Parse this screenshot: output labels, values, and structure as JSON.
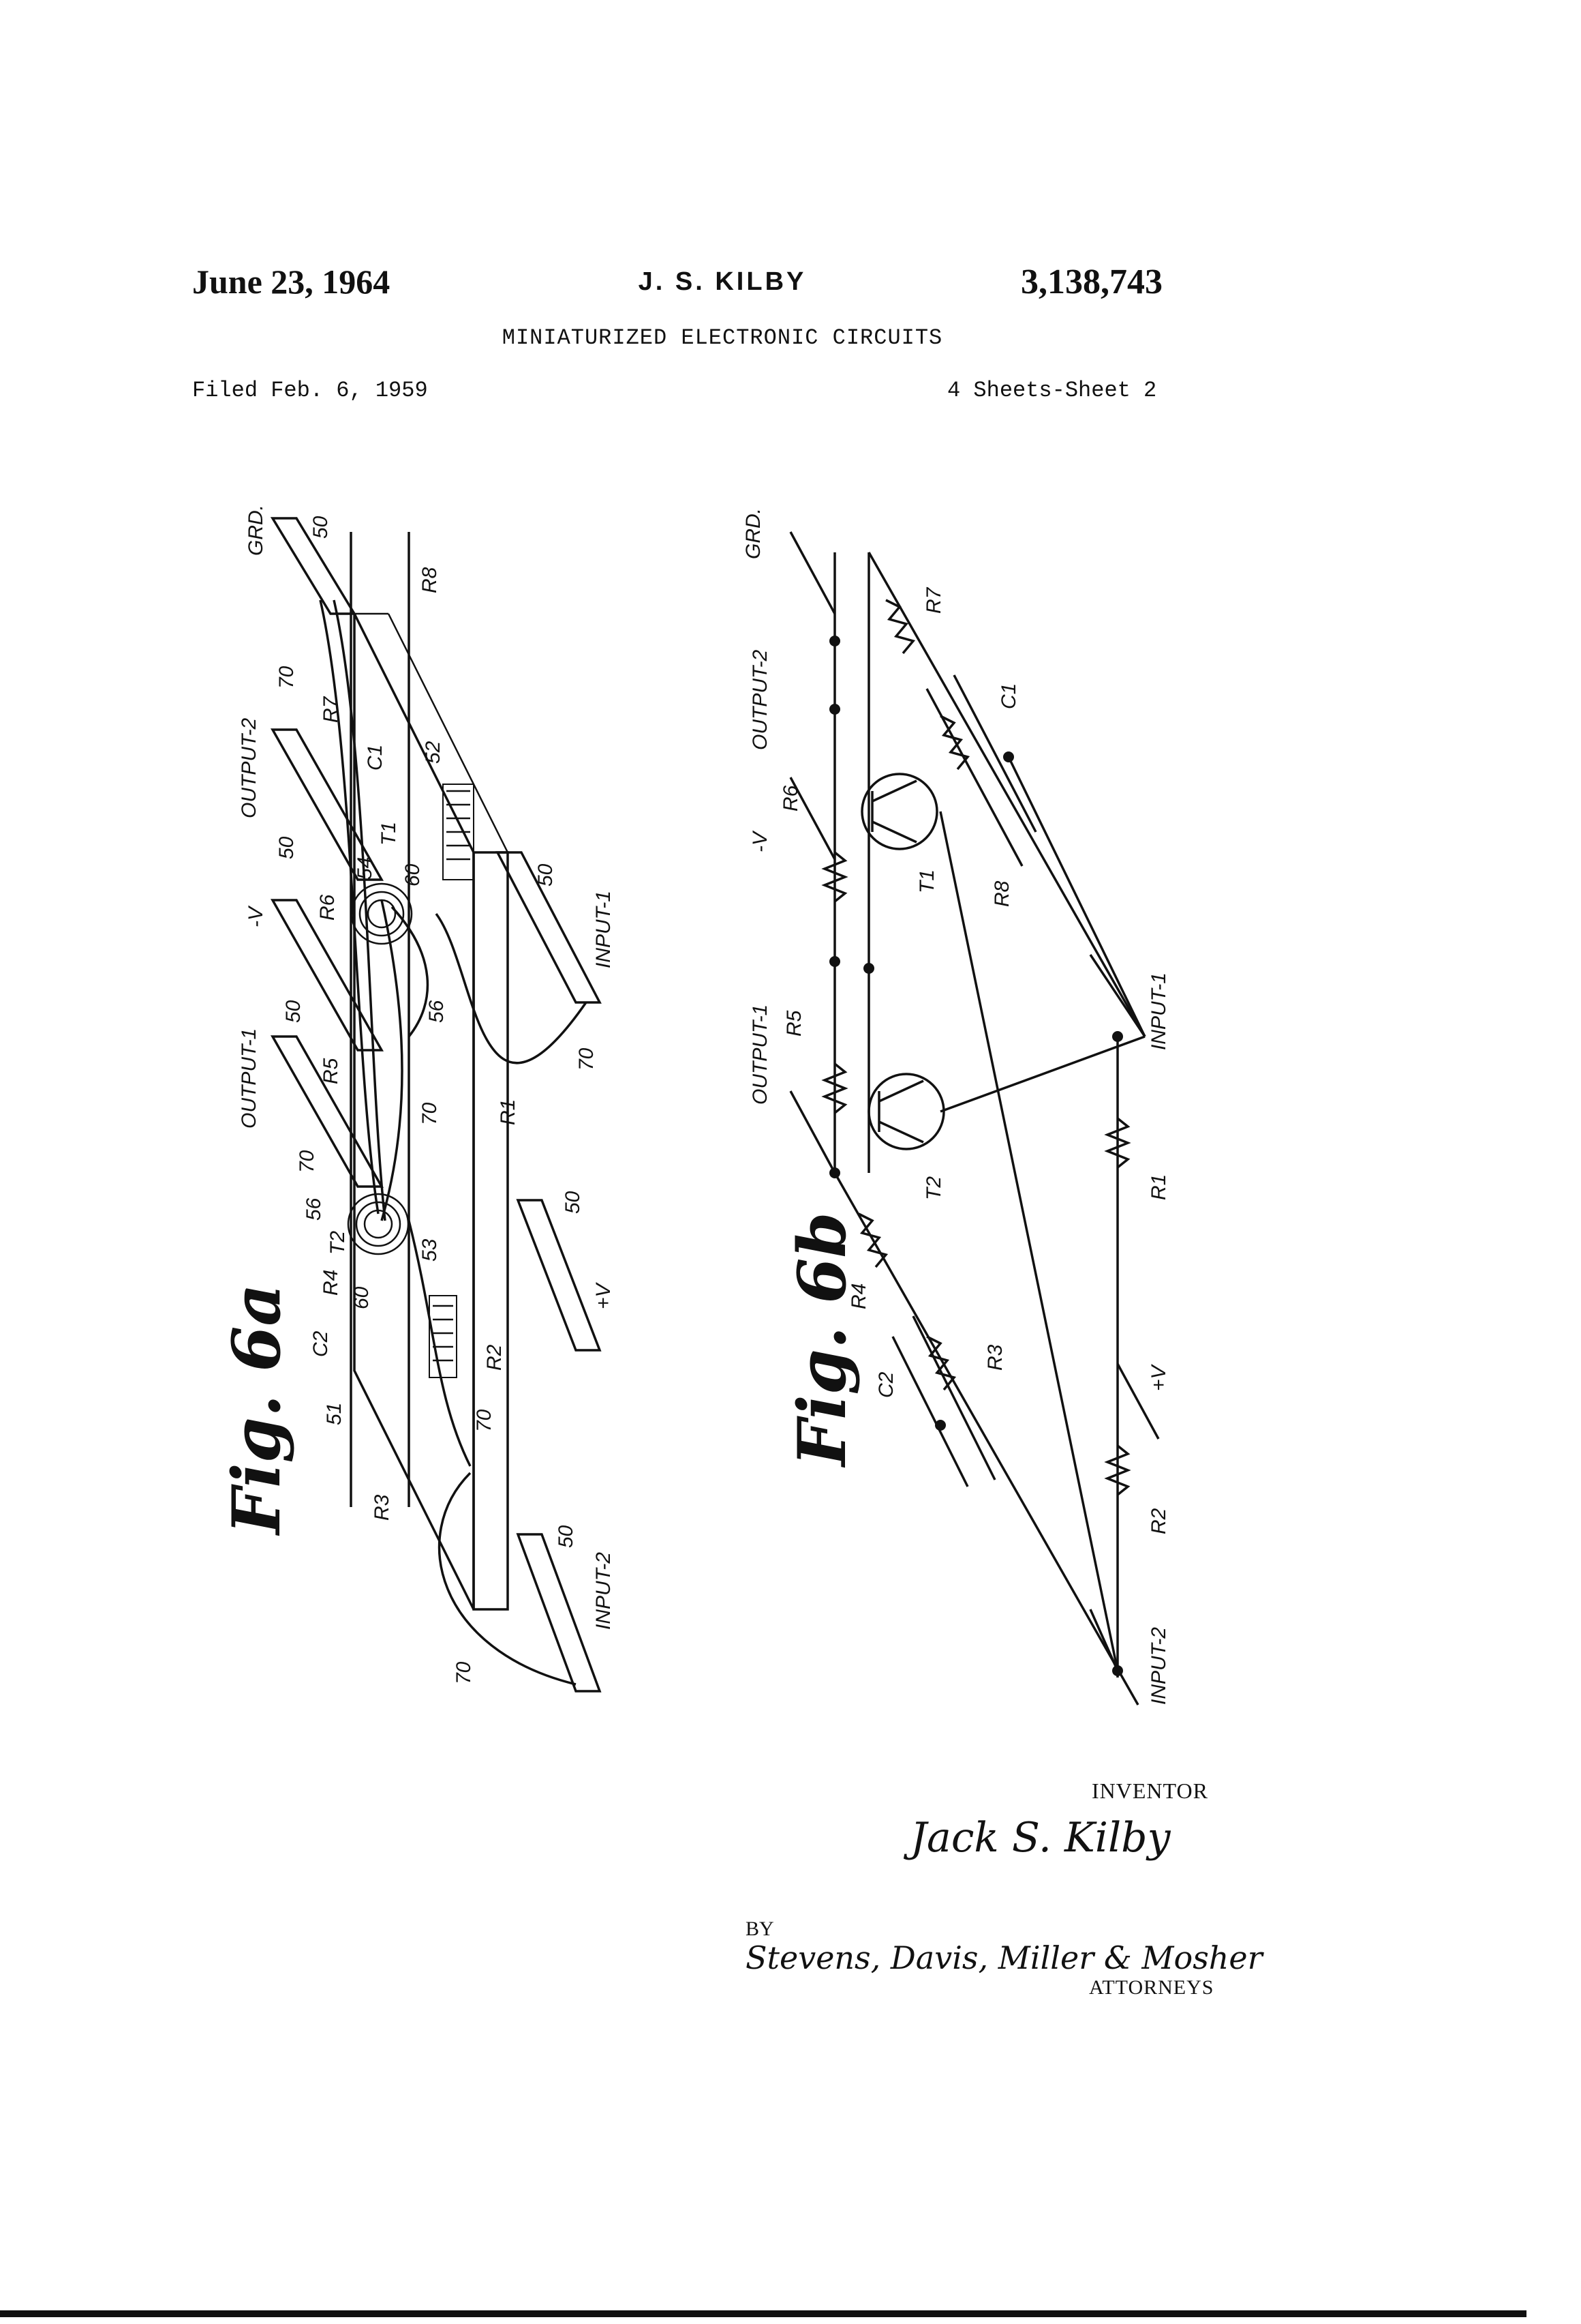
{
  "header": {
    "date": "June 23, 1964",
    "inventor": "J. S. KILBY",
    "patent_number": "3,138,743",
    "title": "MINIATURIZED ELECTRONIC CIRCUITS",
    "filed": "Filed Feb. 6, 1959",
    "sheets": "4 Sheets-Sheet 2"
  },
  "fig6a": {
    "title": "Fig. 6a",
    "labels": {
      "grd": "GRD.",
      "output2": "OUTPUT-2",
      "neg_v": "-V",
      "output1": "OUTPUT-1",
      "input1": "INPUT-1",
      "input2": "INPUT-2",
      "pos_v": "+V",
      "n50": "50",
      "n70": "70",
      "n52": "52",
      "n54": "54",
      "n60": "60",
      "n56": "56",
      "n53": "53",
      "n51": "51",
      "r1": "R1",
      "r2": "R2",
      "r3": "R3",
      "r4": "R4",
      "r5": "R5",
      "r6": "R6",
      "r7": "R7",
      "r8": "R8",
      "c1": "C1",
      "c2": "C2",
      "t1": "T1",
      "t2": "T2"
    }
  },
  "fig6b": {
    "title": "Fig. 6b",
    "labels": {
      "grd": "GRD.",
      "output2": "OUTPUT-2",
      "neg_v": "-V",
      "output1": "OUTPUT-1",
      "input1": "INPUT-1",
      "input2": "INPUT-2",
      "pos_v": "+V",
      "r1": "R1",
      "r2": "R2",
      "r3": "R3",
      "r4": "R4",
      "r5": "R5",
      "r6": "R6",
      "r7": "R7",
      "r8": "R8",
      "c1": "C1",
      "c2": "C2",
      "t1": "T1",
      "t2": "T2"
    }
  },
  "footer": {
    "inventor_label": "INVENTOR",
    "inventor_signature": "Jack S. Kilby",
    "by_label": "BY",
    "attorneys_signature": "Stevens, Davis, Miller & Mosher",
    "attorneys_label": "ATTORNEYS"
  }
}
